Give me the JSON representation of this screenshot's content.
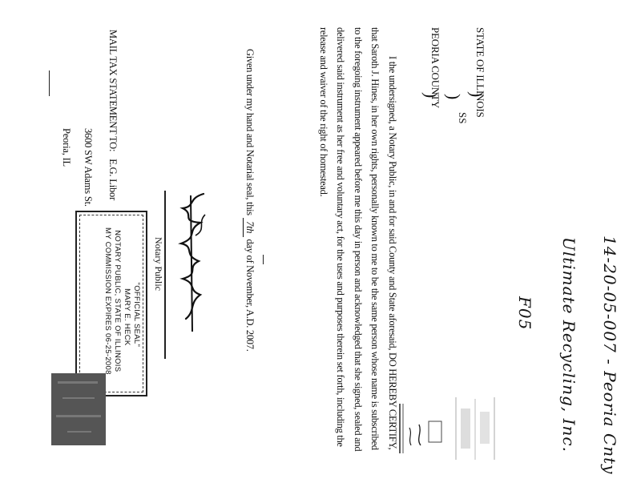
{
  "venue": {
    "state": "STATE OF ILLINOIS",
    "county": "PEORIA COUNTY",
    "ss": "SS"
  },
  "certificate": {
    "lines": [
      "I the undersigned, a Notary Public, in and for said County and State aforesaid, DO HEREBY CERTIFY,",
      "that Saroth J. Hines, in her own rights, personally known to me to be the same person whose name is subscribed",
      "to the foregoing instrument appeared before me this day in person and acknowledged that she signed, sealed and",
      "delivered said instrument as her free and voluntary act, for the uses and purposes therein set forth, including the",
      "release and waiver of the right of homestead."
    ]
  },
  "given": {
    "text": "Given under my hand and Notarial seal, this",
    "day": "7th",
    "rest": "day of November, A.D. 2007."
  },
  "notary": {
    "label": "Notary Public"
  },
  "seal": {
    "lines": [
      "\"OFFICIAL SEAL\"",
      "MARY E. HECK",
      "NOTARY PUBLIC, STATE OF ILLINOIS",
      "MY COMMISSION EXPIRES 06-25-2008"
    ]
  },
  "mail_to": {
    "label": "MAIL TAX STATEMENT TO:",
    "name": "E.G. Libor",
    "address": "3600 SW Adams St.",
    "city": "Peoria, IL"
  },
  "handwriting": {
    "line1": "14-20-05-007 - Peoria Cnty",
    "line2": "Ultimate Recycling, Inc.",
    "line3": "F05"
  }
}
